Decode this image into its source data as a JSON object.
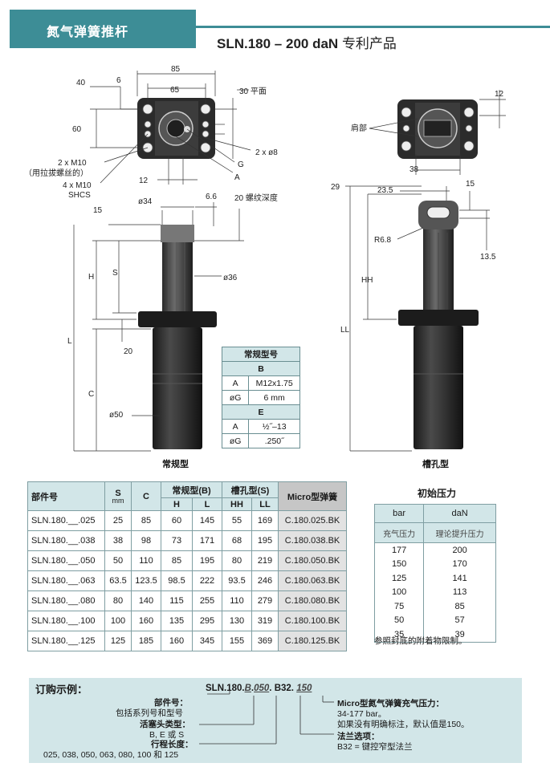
{
  "header": {
    "tab_label": "氮气弹簧推杆",
    "title_main": "SLN.180 – 200 daN",
    "title_cn": "专利产品"
  },
  "drawing": {
    "top_view_left": {
      "dims": [
        "85",
        "65",
        "40",
        "6",
        "60",
        "30 平面",
        "12",
        "G",
        "A",
        "2 x ø8"
      ],
      "callouts": [
        "2 x M10",
        "（用拉拔螺丝的）",
        "4 x M10",
        "SHCS"
      ]
    },
    "top_view_right": {
      "dims": [
        "12",
        "38",
        "肩部"
      ]
    },
    "side_view_left": {
      "dims": [
        "ø34",
        "6.6",
        "20 螺纹深度",
        "15",
        "H",
        "S",
        "ø36",
        "L",
        "20",
        "C",
        "ø50"
      ],
      "caption": "常规型"
    },
    "side_view_right": {
      "dims": [
        "29",
        "23.5",
        "15",
        "R6.8",
        "13.5",
        "HH",
        "LL"
      ],
      "caption": "槽孔型"
    }
  },
  "spec_table": {
    "title": "常规型号",
    "groups": [
      {
        "name": "B",
        "rows": [
          [
            "A",
            "M12x1.75"
          ],
          [
            "øG",
            "6 mm"
          ]
        ]
      },
      {
        "name": "E",
        "rows": [
          [
            "A",
            "½˝–13"
          ],
          [
            "øG",
            ".250˝"
          ]
        ]
      }
    ]
  },
  "main_table": {
    "headers": {
      "part": "部件号",
      "s": "S",
      "mm": "mm",
      "c": "C",
      "regular": "常规型(B)",
      "slot": "槽孔型(S)",
      "h": "H",
      "l": "L",
      "hh": "HH",
      "ll": "LL",
      "micro": "Micro型弹簧"
    },
    "rows": [
      [
        "SLN.180.__.025",
        "25",
        "85",
        "60",
        "145",
        "55",
        "169",
        "C.180.025.BK"
      ],
      [
        "SLN.180.__.038",
        "38",
        "98",
        "73",
        "171",
        "68",
        "195",
        "C.180.038.BK"
      ],
      [
        "SLN.180.__.050",
        "50",
        "110",
        "85",
        "195",
        "80",
        "219",
        "C.180.050.BK"
      ],
      [
        "SLN.180.__.063",
        "63.5",
        "123.5",
        "98.5",
        "222",
        "93.5",
        "246",
        "C.180.063.BK"
      ],
      [
        "SLN.180.__.080",
        "80",
        "140",
        "115",
        "255",
        "110",
        "279",
        "C.180.080.BK"
      ],
      [
        "SLN.180.__.100",
        "100",
        "160",
        "135",
        "295",
        "130",
        "319",
        "C.180.100.BK"
      ],
      [
        "SLN.180.__.125",
        "125",
        "185",
        "160",
        "345",
        "155",
        "369",
        "C.180.125.BK"
      ]
    ]
  },
  "pressure": {
    "title": "初始压力",
    "col1": "bar",
    "col2": "daN",
    "sub1": "充气压力",
    "sub2": "理论提升压力",
    "rows": [
      [
        "177",
        "200"
      ],
      [
        "150",
        "170"
      ],
      [
        "125",
        "141"
      ],
      [
        "100",
        "113"
      ],
      [
        "75",
        "85"
      ],
      [
        "50",
        "57"
      ],
      [
        "35",
        "39"
      ]
    ],
    "note": "参照封底的附着物限制。"
  },
  "ordering": {
    "title": "订购示例：",
    "code": {
      "p1": "SLN.180.",
      "p2": "B",
      "p3": ".",
      "p4": "050",
      "p5": ".",
      "p6": "B32.",
      "p7": "150"
    },
    "part_label": "部件号：",
    "part_desc": "包括系列号和型号",
    "piston_label": "活塞头类型：",
    "piston_desc": "B, E 或 S",
    "stroke_label": "行程长度：",
    "stroke_desc": "025, 038, 050, 063, 080, 100 和 125",
    "micro_label": "Micro型氮气弹簧充气压力：",
    "micro_range": "34-177 bar。",
    "micro_desc": "如果没有明确标注，默认值是150。",
    "flange_label": "法兰选项：",
    "flange_desc": "B32 = 键控窄型法兰"
  }
}
